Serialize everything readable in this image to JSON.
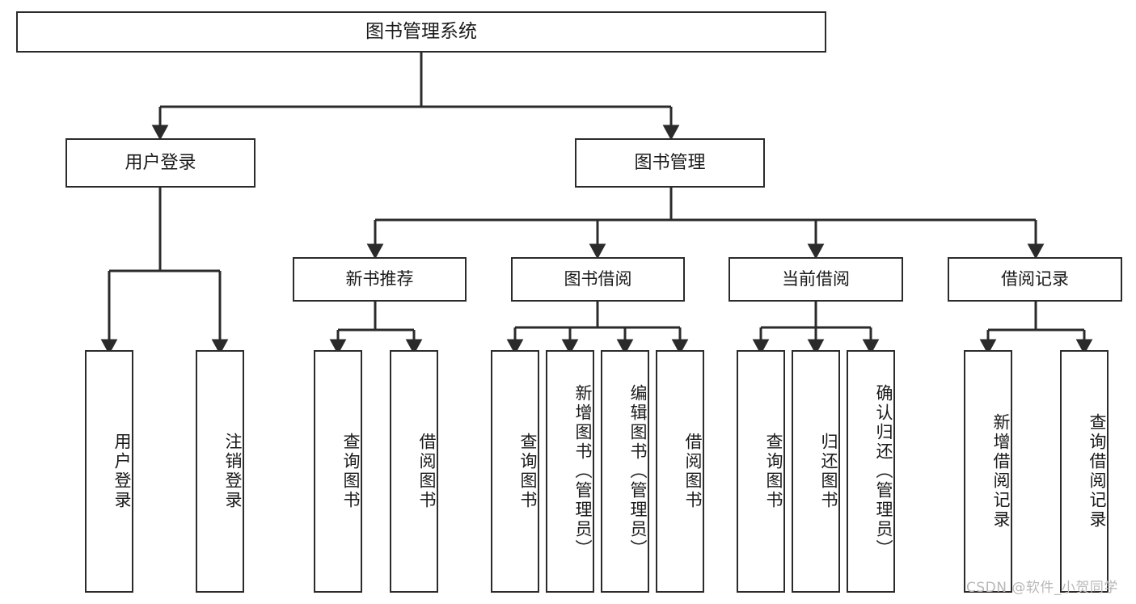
{
  "diagram": {
    "type": "tree",
    "title": "图书管理系统",
    "orientation": "top-down",
    "colors": {
      "box_border": "#2b2b2b",
      "box_fill": "#ffffff",
      "connector": "#2b2b2b",
      "text": "#1a1a1a",
      "background": "#ffffff",
      "watermark": "#b8b8b8"
    },
    "root": {
      "label": "图书管理系统"
    },
    "level1": [
      {
        "label": "用户登录"
      },
      {
        "label": "图书管理"
      }
    ],
    "level2": [
      {
        "label": "新书推荐"
      },
      {
        "label": "图书借阅"
      },
      {
        "label": "当前借阅"
      },
      {
        "label": "借阅记录"
      }
    ],
    "leaves": {
      "user_login": [
        {
          "label": "用户登录"
        },
        {
          "label": "注销登录"
        }
      ],
      "new_book_recommend": [
        {
          "label": "查询图书"
        },
        {
          "label": "借阅图书"
        }
      ],
      "book_borrow": [
        {
          "label": "查询图书"
        },
        {
          "label": "新增图书（管理员）"
        },
        {
          "label": "编辑图书（管理员）"
        },
        {
          "label": "借阅图书"
        }
      ],
      "current_borrow": [
        {
          "label": "查询图书"
        },
        {
          "label": "归还图书"
        },
        {
          "label": "确认归还（管理员）"
        }
      ],
      "borrow_record": [
        {
          "label": "新增借阅记录"
        },
        {
          "label": "查询借阅记录"
        }
      ]
    },
    "watermark": "CSDN @软件_小贺同学"
  }
}
